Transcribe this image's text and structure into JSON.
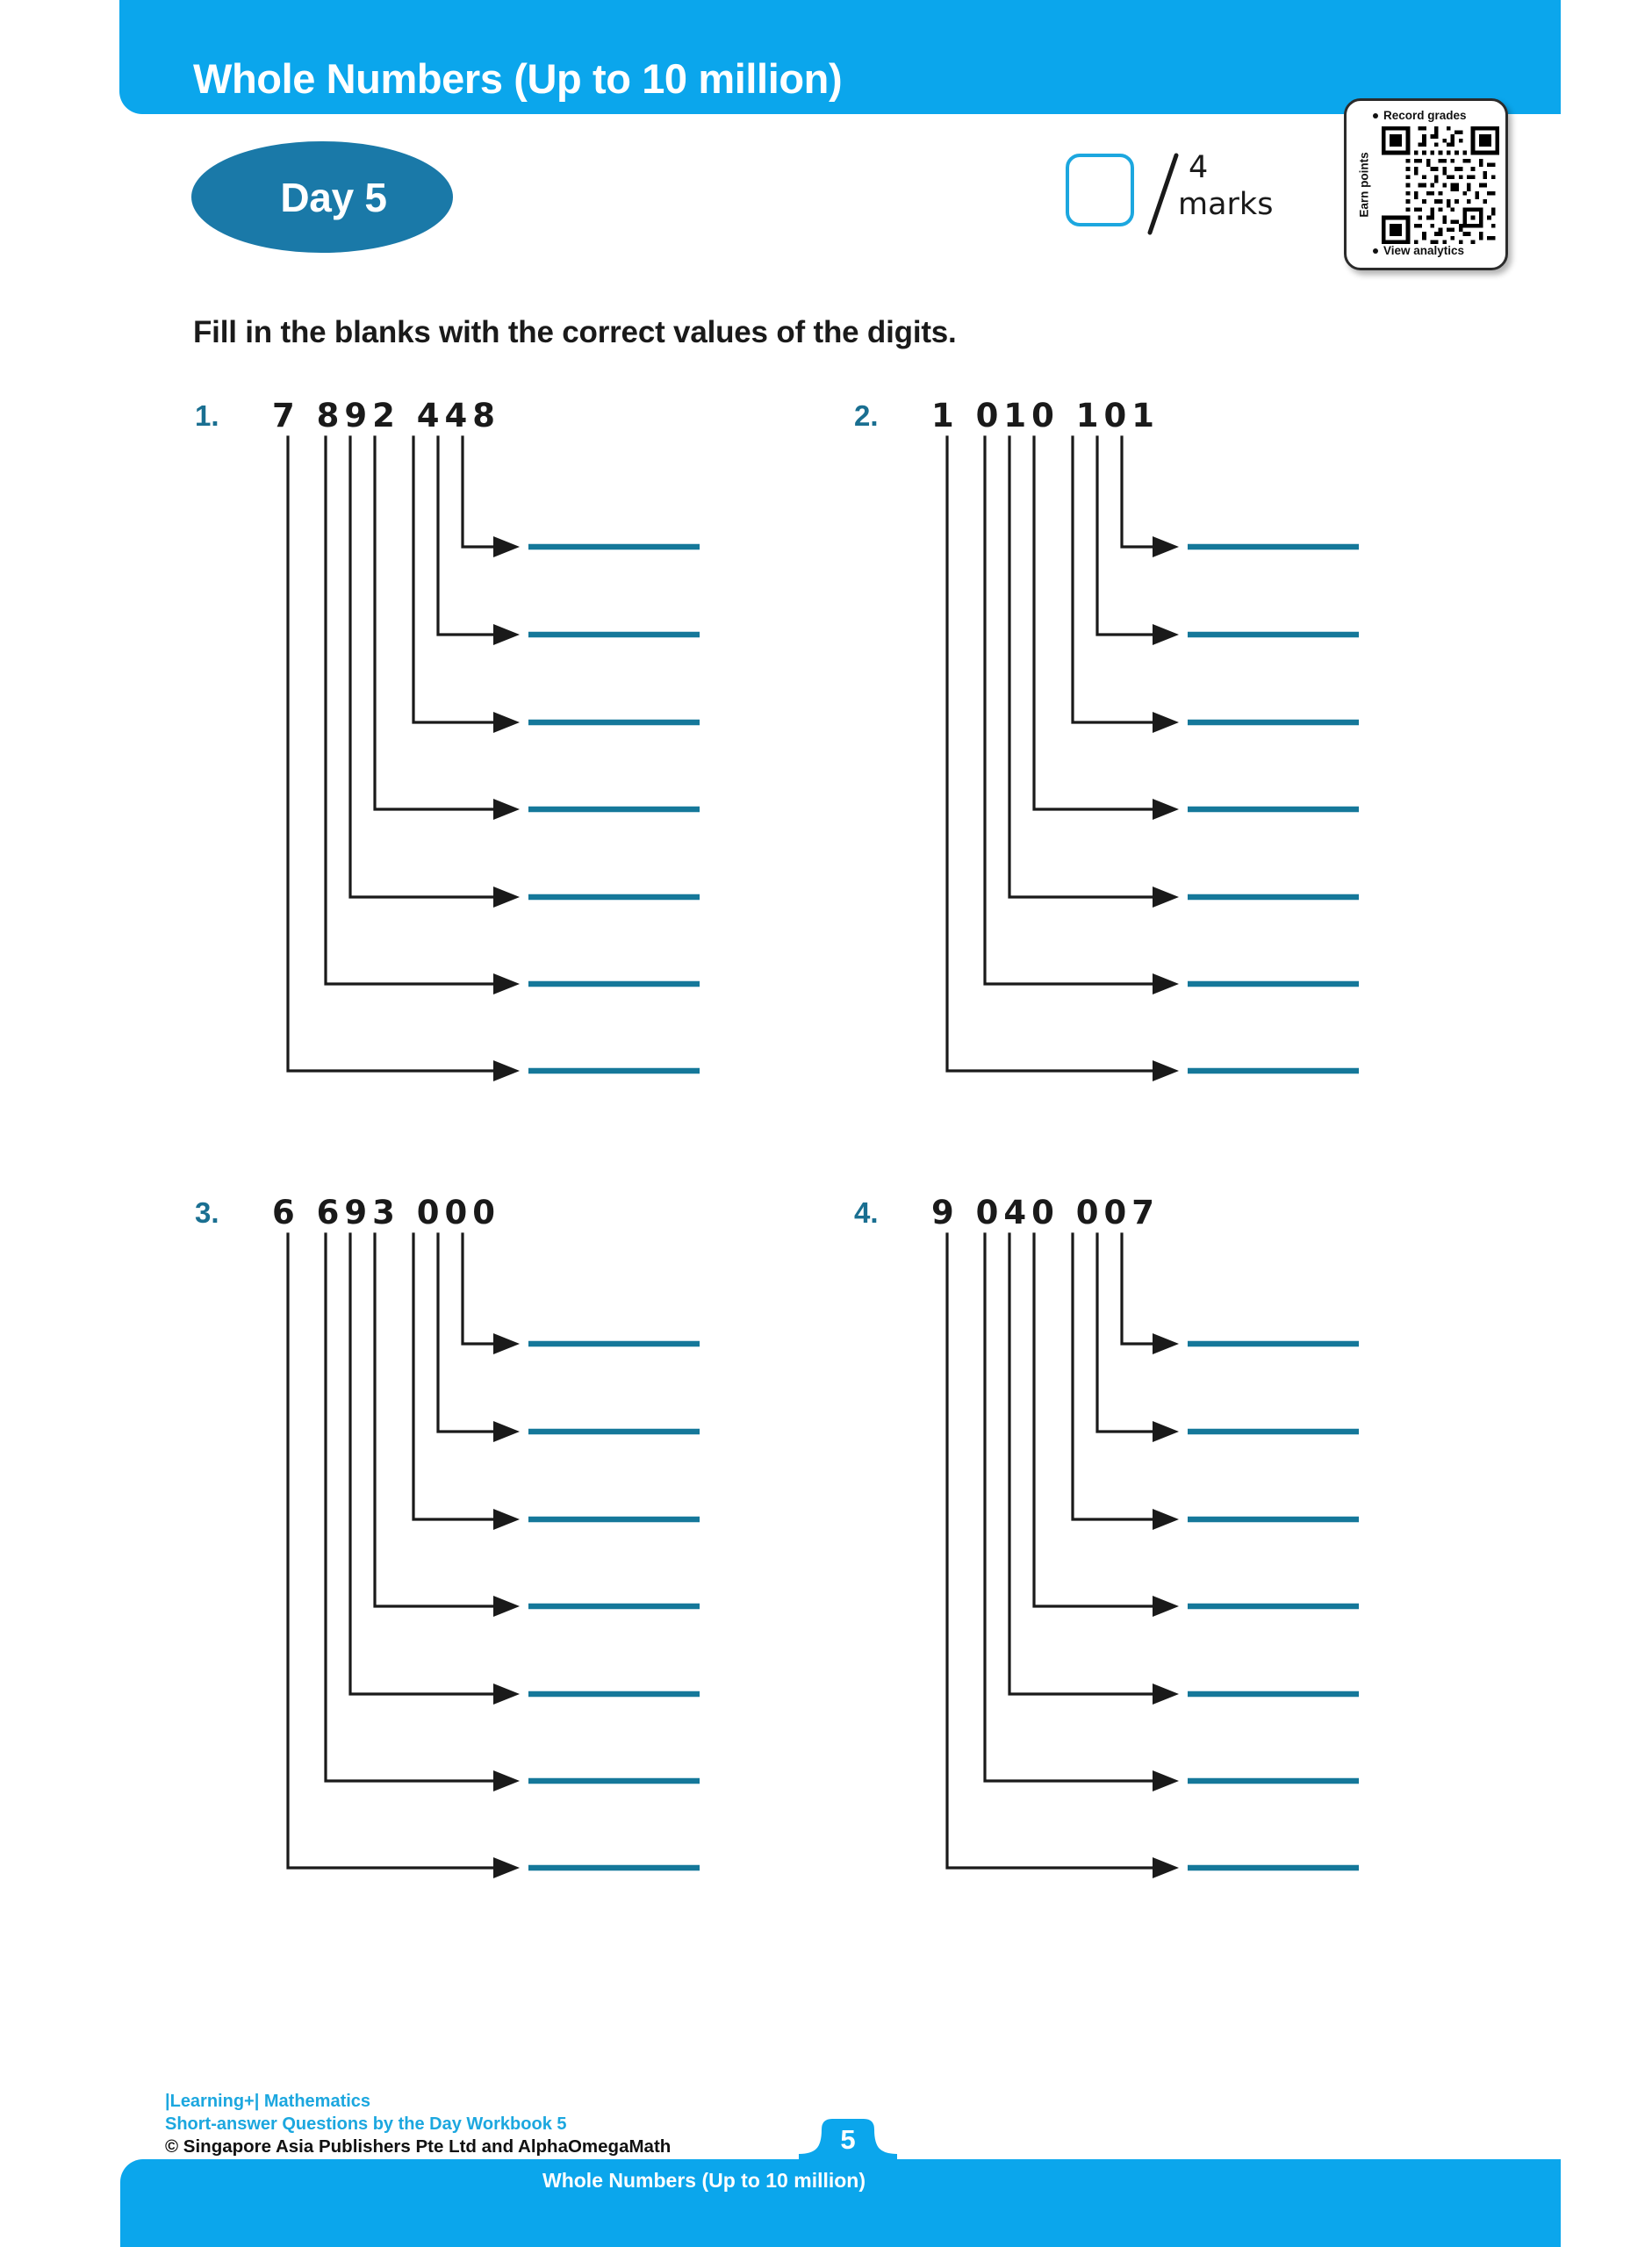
{
  "header": {
    "title": "Whole Numbers (Up to 10 million)",
    "day_badge": "Day 5",
    "accent_cyan": "#0BA6EC",
    "accent_teal": "#1A79A8"
  },
  "marks": {
    "box_value": "",
    "separator": "/",
    "count": "4",
    "unit": "marks"
  },
  "qr_card": {
    "top_label": "Record grades",
    "side_label": "Earn points",
    "bottom_label": "View analytics"
  },
  "instruction": "Fill in the blanks with the correct values of the digits.",
  "questions": [
    {
      "number": "1.",
      "digits": "7 892 448",
      "digit_count": 7,
      "answers": [
        "",
        "",
        "",
        "",
        "",
        "",
        ""
      ]
    },
    {
      "number": "2.",
      "digits": "1 010 101",
      "digit_count": 7,
      "answers": [
        "",
        "",
        "",
        "",
        "",
        "",
        ""
      ]
    },
    {
      "number": "3.",
      "digits": "6 693 000",
      "digit_count": 7,
      "answers": [
        "",
        "",
        "",
        "",
        "",
        "",
        ""
      ]
    },
    {
      "number": "4.",
      "digits": "9 040 007",
      "digit_count": 7,
      "answers": [
        "",
        "",
        "",
        "",
        "",
        "",
        ""
      ]
    }
  ],
  "footer": {
    "line1": "|Learning+| Mathematics",
    "line2": "Short-answer Questions by the Day Workbook 5",
    "copyright": "© Singapore Asia Publishers Pte Ltd and AlphaOmegaMath",
    "page_number": "5",
    "bar_label": "Whole Numbers (Up to 10 million)",
    "answer_line_color": "#15789A"
  }
}
